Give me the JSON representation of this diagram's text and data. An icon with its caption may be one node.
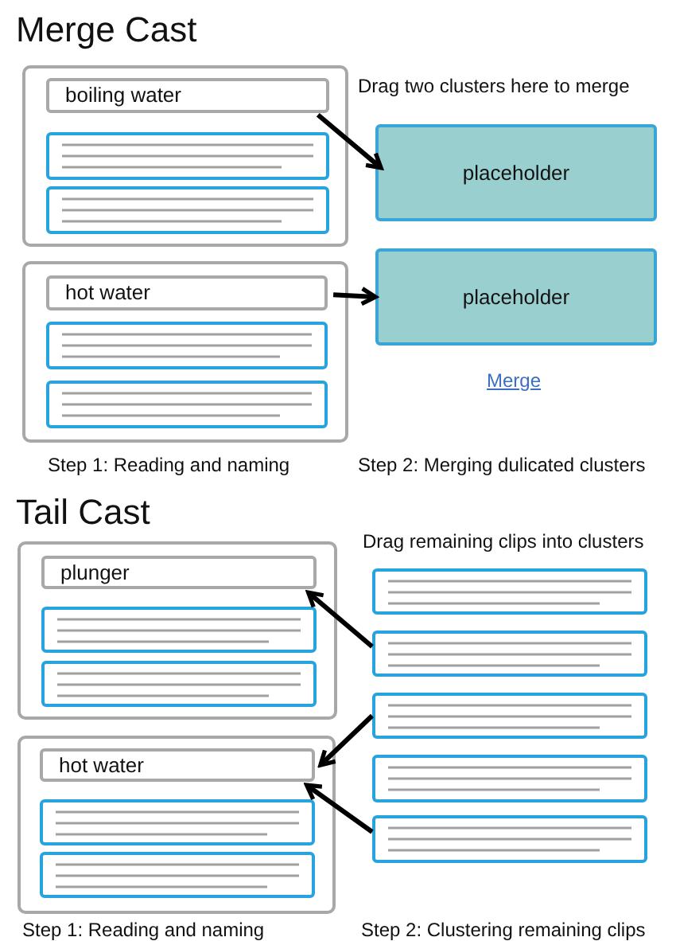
{
  "diagram": {
    "nodes": [
      {
        "text": [],
        "shape": "box"
      },
      {
        "text": [
          "boiling water"
        ],
        "in": 0
      },
      {
        "text": [],
        "shape": "box",
        "in": 0
      },
      {
        "text": [],
        "shape": "box",
        "in": 0
      },
      {
        "text": [],
        "shape": "box"
      },
      {
        "text": [
          "hot water"
        ],
        "in": 4
      },
      {
        "text": [],
        "shape": "box",
        "in": 4
      },
      {
        "text": [],
        "shape": "box",
        "in": 4
      },
      {
        "text": [
          "placeholder"
        ]
      },
      {
        "text": [
          "placeholder"
        ]
      },
      {
        "text": [],
        "shape": "box"
      },
      {
        "text": [
          "plunger"
        ],
        "in": 10
      },
      {
        "text": [],
        "shape": "box",
        "in": 10
      },
      {
        "text": [],
        "shape": "box",
        "in": 10
      },
      {
        "text": [],
        "shape": "box"
      },
      {
        "text": [
          "hot water"
        ],
        "in": 14
      },
      {
        "text": [],
        "shape": "box",
        "in": 14
      },
      {
        "text": [],
        "shape": "box",
        "in": 14
      },
      {
        "text": [],
        "shape": "box"
      },
      {
        "text": [],
        "shape": "box"
      },
      {
        "text": [],
        "shape": "box"
      },
      {
        "text": [],
        "shape": "box"
      },
      {
        "text": [],
        "shape": "box"
      }
    ],
    "edges": [
      {
        "from": 1,
        "to": 8,
        "arrow": "to"
      },
      {
        "from": 5,
        "to": 9,
        "arrow": "to"
      },
      {
        "from": 19,
        "to": 11,
        "arrow": "to"
      },
      {
        "from": 20,
        "to": 15,
        "arrow": "to"
      },
      {
        "from": 22,
        "to": 15,
        "arrow": "to"
      }
    ],
    "labels": [
      "Merge Cast",
      "Drag two clusters here to merge",
      "Merge",
      "Step 1: Reading and naming",
      "Step 2: Merging dulicated clusters",
      "Tail Cast",
      "Drag remaining clips into clusters",
      "Step 1: Reading and naming",
      "Step 2: Clustering remaining clips"
    ]
  }
}
